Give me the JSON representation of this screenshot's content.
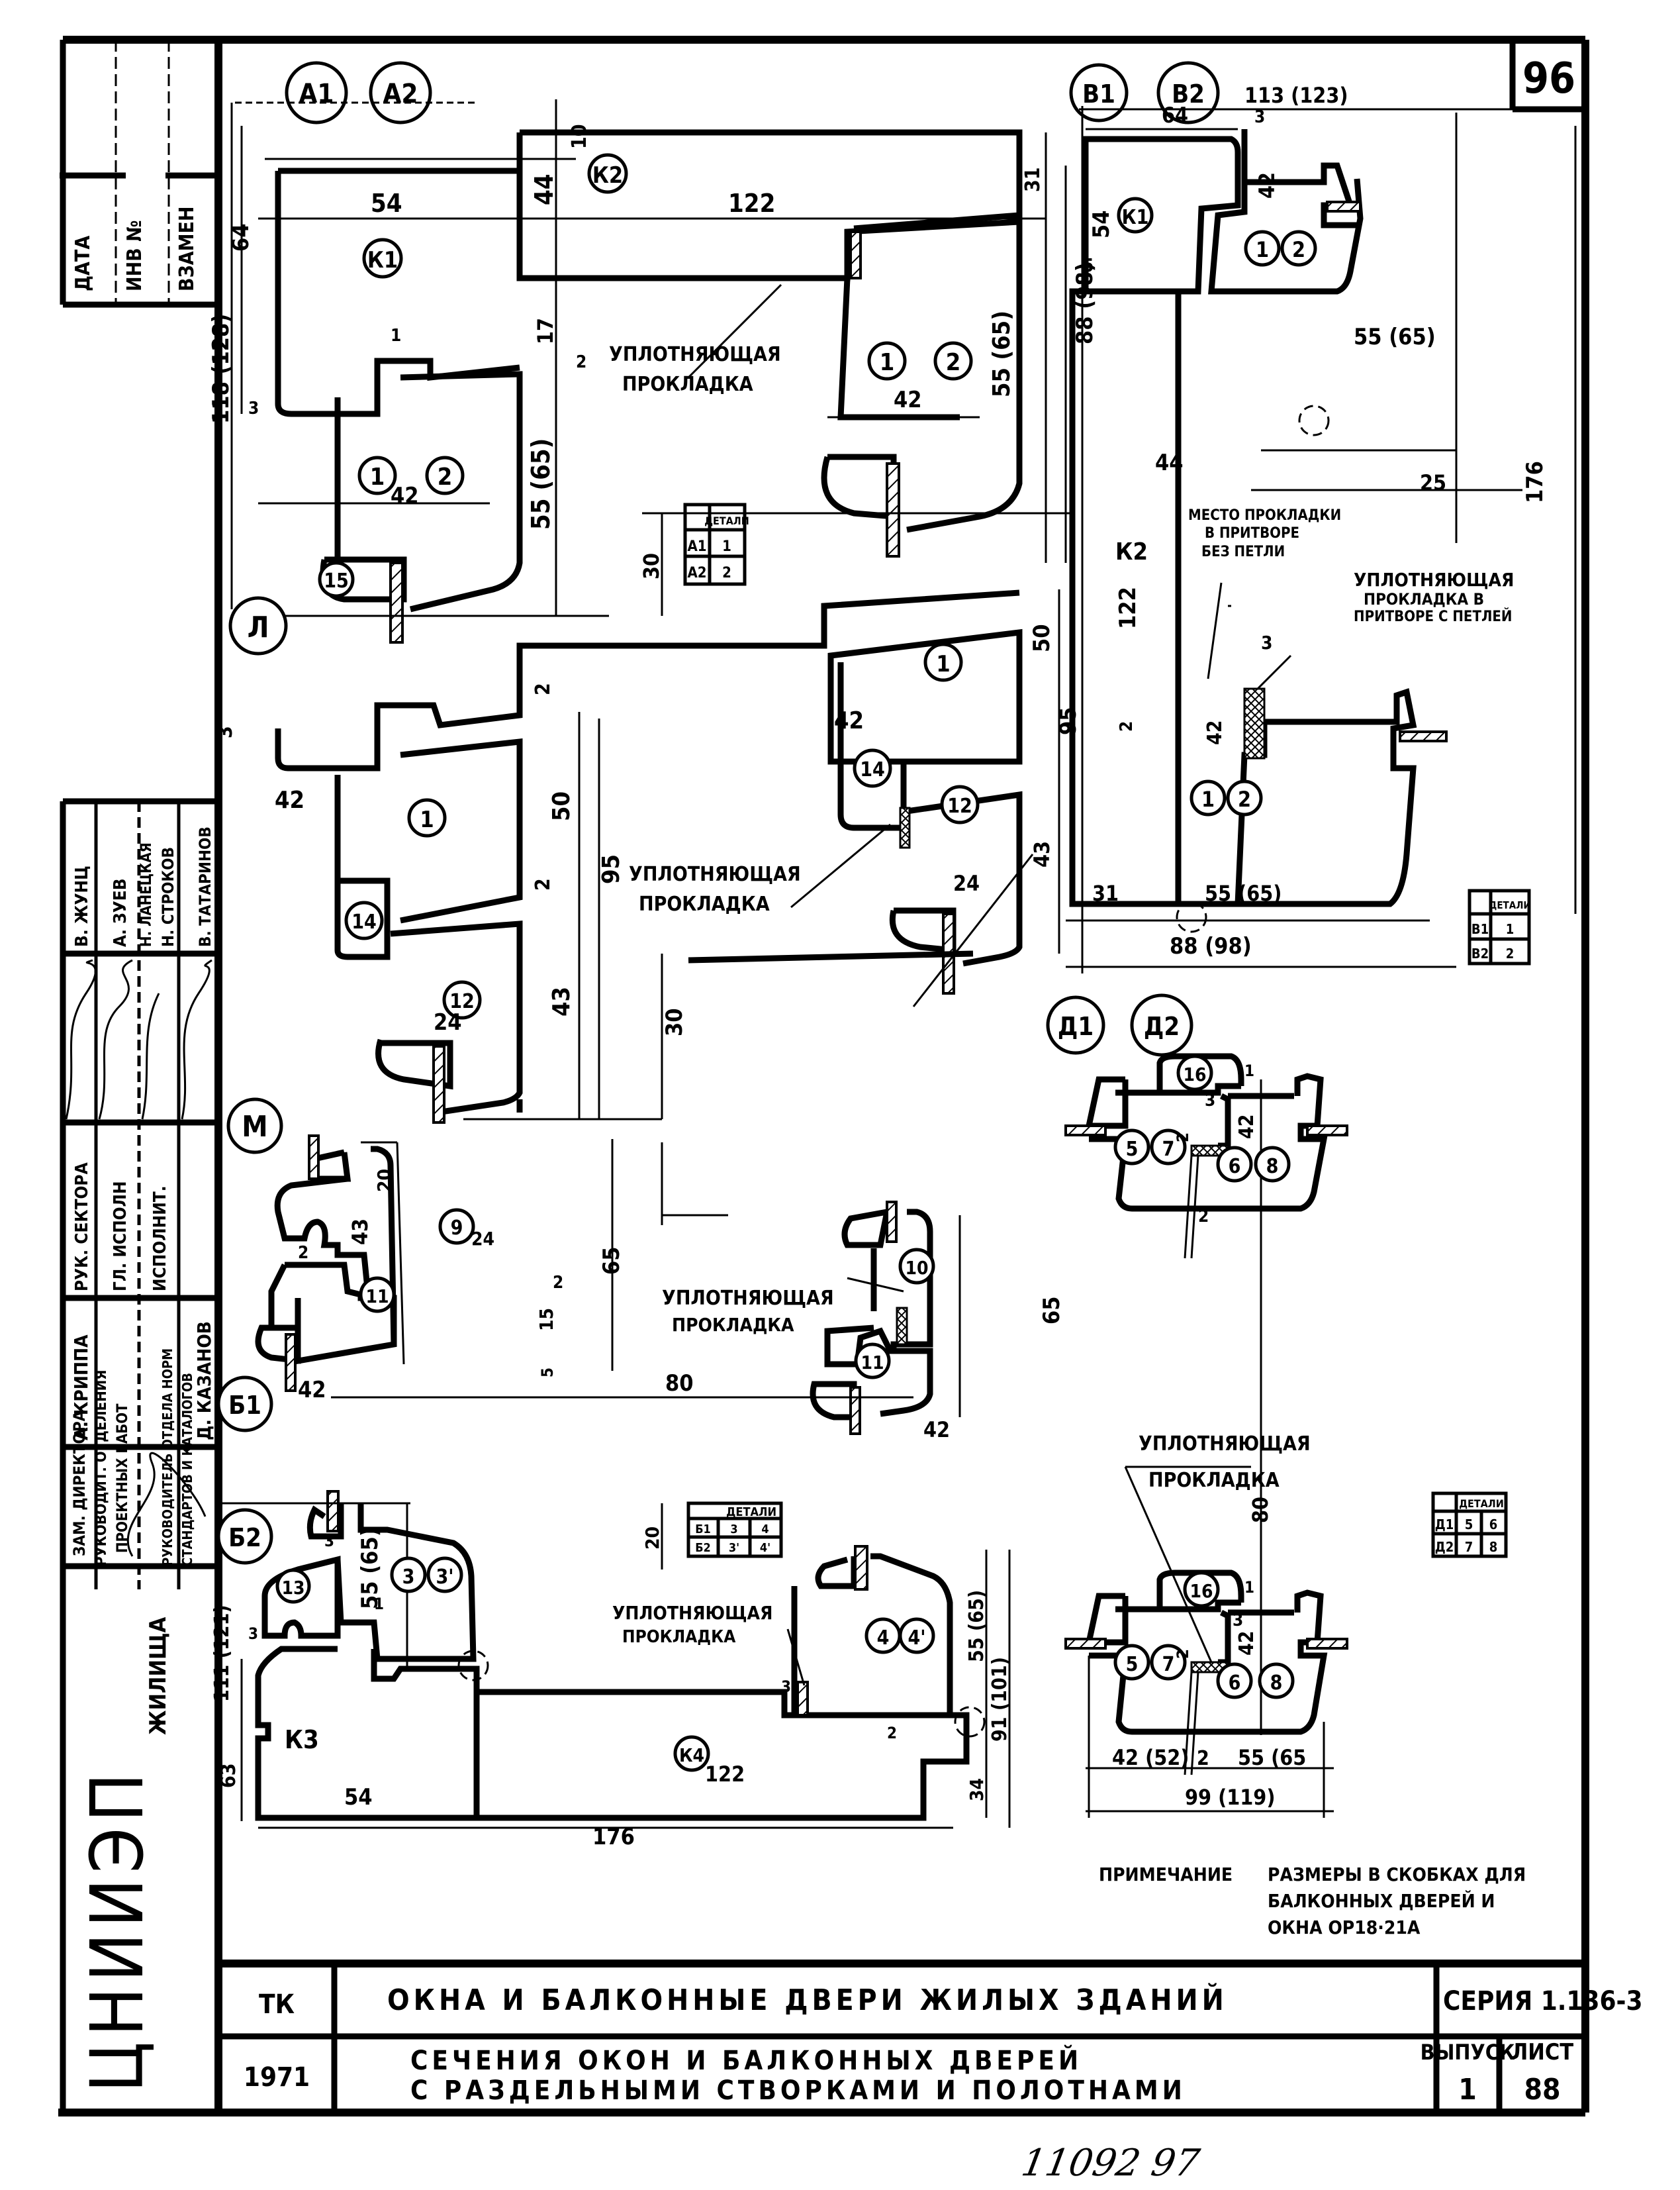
{
  "sheet": {
    "page_number": "96",
    "handwritten_ref": "11092 97"
  },
  "left_margin": {
    "stamp_top": [
      "ДАТА",
      "ИНВ №",
      "ВЗАМЕН"
    ],
    "signatures": {
      "roles": [
        "РУК. СЕКТОРА",
        "ГЛ. ИСПОЛН",
        "ИСПОЛНИТ."
      ],
      "names": [
        "В. ЖУНЦ",
        "А. ЗУЕВ",
        "Н. ЛАНЕЦКАЯ",
        "Н. СТРОКОВ",
        "В. ТАТАРИНОВ"
      ],
      "name2": [
        "А. КРИППА",
        "Д. КАЗАНОВ"
      ],
      "director_block": [
        "ЗАМ. ДИРЕКТОРА",
        "РУКОВОДИТ. ОТДЕЛЕНИЯ",
        "ПРОЕКТНЫХ РАБОТ"
      ],
      "standards_block": [
        "РУКОВОДИТЕЛЬ ОТДЕЛА НОРМ",
        "СТАНДАРТОВ И КАТАЛОГОВ"
      ]
    },
    "org": "ЦНИИЭП",
    "org_sub": "ЖИЛИЩА"
  },
  "sections": {
    "A": {
      "markers": [
        "А1",
        "А2"
      ],
      "frames": [
        "К1",
        "К2"
      ],
      "parts": [
        "1",
        "2",
        "15"
      ],
      "dims": [
        "10",
        "54",
        "44",
        "122",
        "31",
        "64",
        "118 (128)",
        "17",
        "2",
        "1",
        "3",
        "55 (65)",
        "42",
        "88 (98)",
        "30"
      ],
      "seal_label": [
        "УПЛОТНЯЮЩАЯ",
        "ПРОКЛАДКА"
      ],
      "details_table": {
        "header": "ДЕТАЛИ",
        "rows": [
          [
            "А1",
            "1"
          ],
          [
            "А2",
            "2"
          ]
        ]
      }
    },
    "L": {
      "marker": "Л",
      "parts": [
        "1",
        "14",
        "12"
      ],
      "dims": [
        "3",
        "2",
        "42",
        "50",
        "95",
        "2",
        "43",
        "24",
        "30"
      ],
      "seal_label": [
        "УПЛОТНЯЮЩАЯ",
        "ПРОКЛАДКА"
      ]
    },
    "V": {
      "markers": [
        "В1",
        "В2"
      ],
      "frames": [
        "К1",
        "К2"
      ],
      "parts": [
        "1",
        "2"
      ],
      "dims": [
        "113 (123)",
        "64",
        "3",
        "54",
        "42",
        "5",
        "55 (65)",
        "44",
        "25",
        "176",
        "122",
        "3",
        "2",
        "42",
        "31",
        "55 (65)",
        "88 (98)"
      ],
      "note1": [
        "МЕСТО ПРОКЛАДКИ",
        "В ПРИТВОРЕ",
        "БЕЗ ПЕТЛИ"
      ],
      "note2": [
        "УПЛОТНЯЮЩАЯ",
        "ПРОКЛАДКА В",
        "ПРИТВОРЕ С ПЕТЛЕЙ"
      ],
      "details_table": {
        "header": "ДЕТАЛИ",
        "rows": [
          [
            "В1",
            "1"
          ],
          [
            "В2",
            "2"
          ]
        ]
      }
    },
    "M": {
      "marker": "М",
      "parts": [
        "9",
        "11",
        "10",
        "11"
      ],
      "dims": [
        "20",
        "43",
        "65",
        "24",
        "2",
        "2",
        "15",
        "5",
        "42",
        "80",
        "65",
        "2",
        "2",
        "2",
        "42"
      ],
      "seal_label": [
        "УПЛОТНЯЮЩАЯ",
        "ПРОКЛАДКА"
      ]
    },
    "D": {
      "markers": [
        "Д1",
        "Д2"
      ],
      "parts": [
        "16",
        "5",
        "7",
        "6",
        "8"
      ],
      "dims": [
        "1",
        "3",
        "2",
        "42",
        "2",
        "80",
        "42 (52)",
        "2",
        "55 (65",
        "99 (119)"
      ],
      "seal_label": [
        "УПЛОТНЯЮЩАЯ",
        "ПРОКЛАДКА"
      ],
      "details_table": {
        "header": "ДЕТАЛИ",
        "rows": [
          [
            "Д1",
            "5",
            "6"
          ],
          [
            "Д2",
            "7",
            "8"
          ]
        ]
      }
    },
    "B": {
      "markers": [
        "Б1",
        "Б2"
      ],
      "frames": [
        "К3",
        "К4"
      ],
      "parts": [
        "3",
        "3'",
        "13",
        "4",
        "4'"
      ],
      "dims": [
        "3",
        "1",
        "3",
        "55 (65)",
        "111 (121)",
        "63",
        "54",
        "122",
        "176",
        "20",
        "3",
        "2",
        "55 (65)",
        "91 (101)",
        "34"
      ],
      "seal_label": [
        "УПЛОТНЯЮЩАЯ",
        "ПРОКЛАДКА"
      ],
      "details_table": {
        "header": "ДЕТАЛИ",
        "rows": [
          [
            "Б1",
            "3",
            "4"
          ],
          [
            "Б2",
            "3'",
            "4'"
          ]
        ]
      }
    }
  },
  "note": {
    "label": "ПРИМЕЧАНИЕ",
    "lines": [
      "РАЗМЕРЫ В СКОБКАХ ДЛЯ",
      "БАЛКОННЫХ ДВЕРЕЙ И",
      "ОКНА ОР18·21А"
    ]
  },
  "title_block": {
    "code": "ТК",
    "year": "1971",
    "title": "ОКНА И БАЛКОННЫЕ ДВЕРИ ЖИЛЫХ ЗДАНИЙ",
    "subtitle_line1": "СЕЧЕНИЯ ОКОН И БАЛКОННЫХ ДВЕРЕЙ",
    "subtitle_line2": "С РАЗДЕЛЬНЫМИ СТВОРКАМИ И ПОЛОТНАМИ",
    "series_label": "СЕРИЯ 1.136-3",
    "issue_label": "ВЫПУСК",
    "issue_value": "1",
    "sheet_label": "ЛИСТ",
    "sheet_value": "88"
  }
}
